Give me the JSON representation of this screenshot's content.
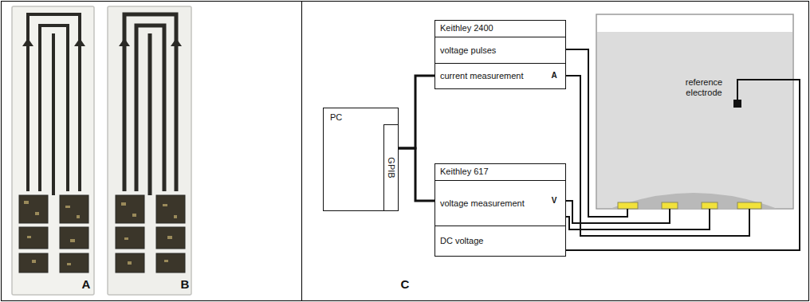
{
  "diagram": {
    "nodes": [
      {
        "text": [
          "PC"
        ]
      },
      {
        "text": [
          "GPIB"
        ],
        "in": 0
      },
      {
        "text": [
          "Keithley 2400"
        ]
      },
      {
        "text": [
          "voltage pulses"
        ],
        "in": 2
      },
      {
        "text": [
          "current measurement"
        ],
        "in": 2
      },
      {
        "text": [
          "Keithley 617"
        ]
      },
      {
        "text": [
          "voltage measurement"
        ],
        "in": 5
      },
      {
        "text": [
          "DC voltage"
        ],
        "in": 5
      }
    ],
    "edges": [
      {
        "from": 1,
        "to": 2,
        "arrow": "none"
      },
      {
        "from": 1,
        "to": 5,
        "arrow": "none"
      }
    ],
    "labels": [
      "A",
      "B",
      "reference electrode",
      "A",
      "V",
      "C"
    ]
  }
}
